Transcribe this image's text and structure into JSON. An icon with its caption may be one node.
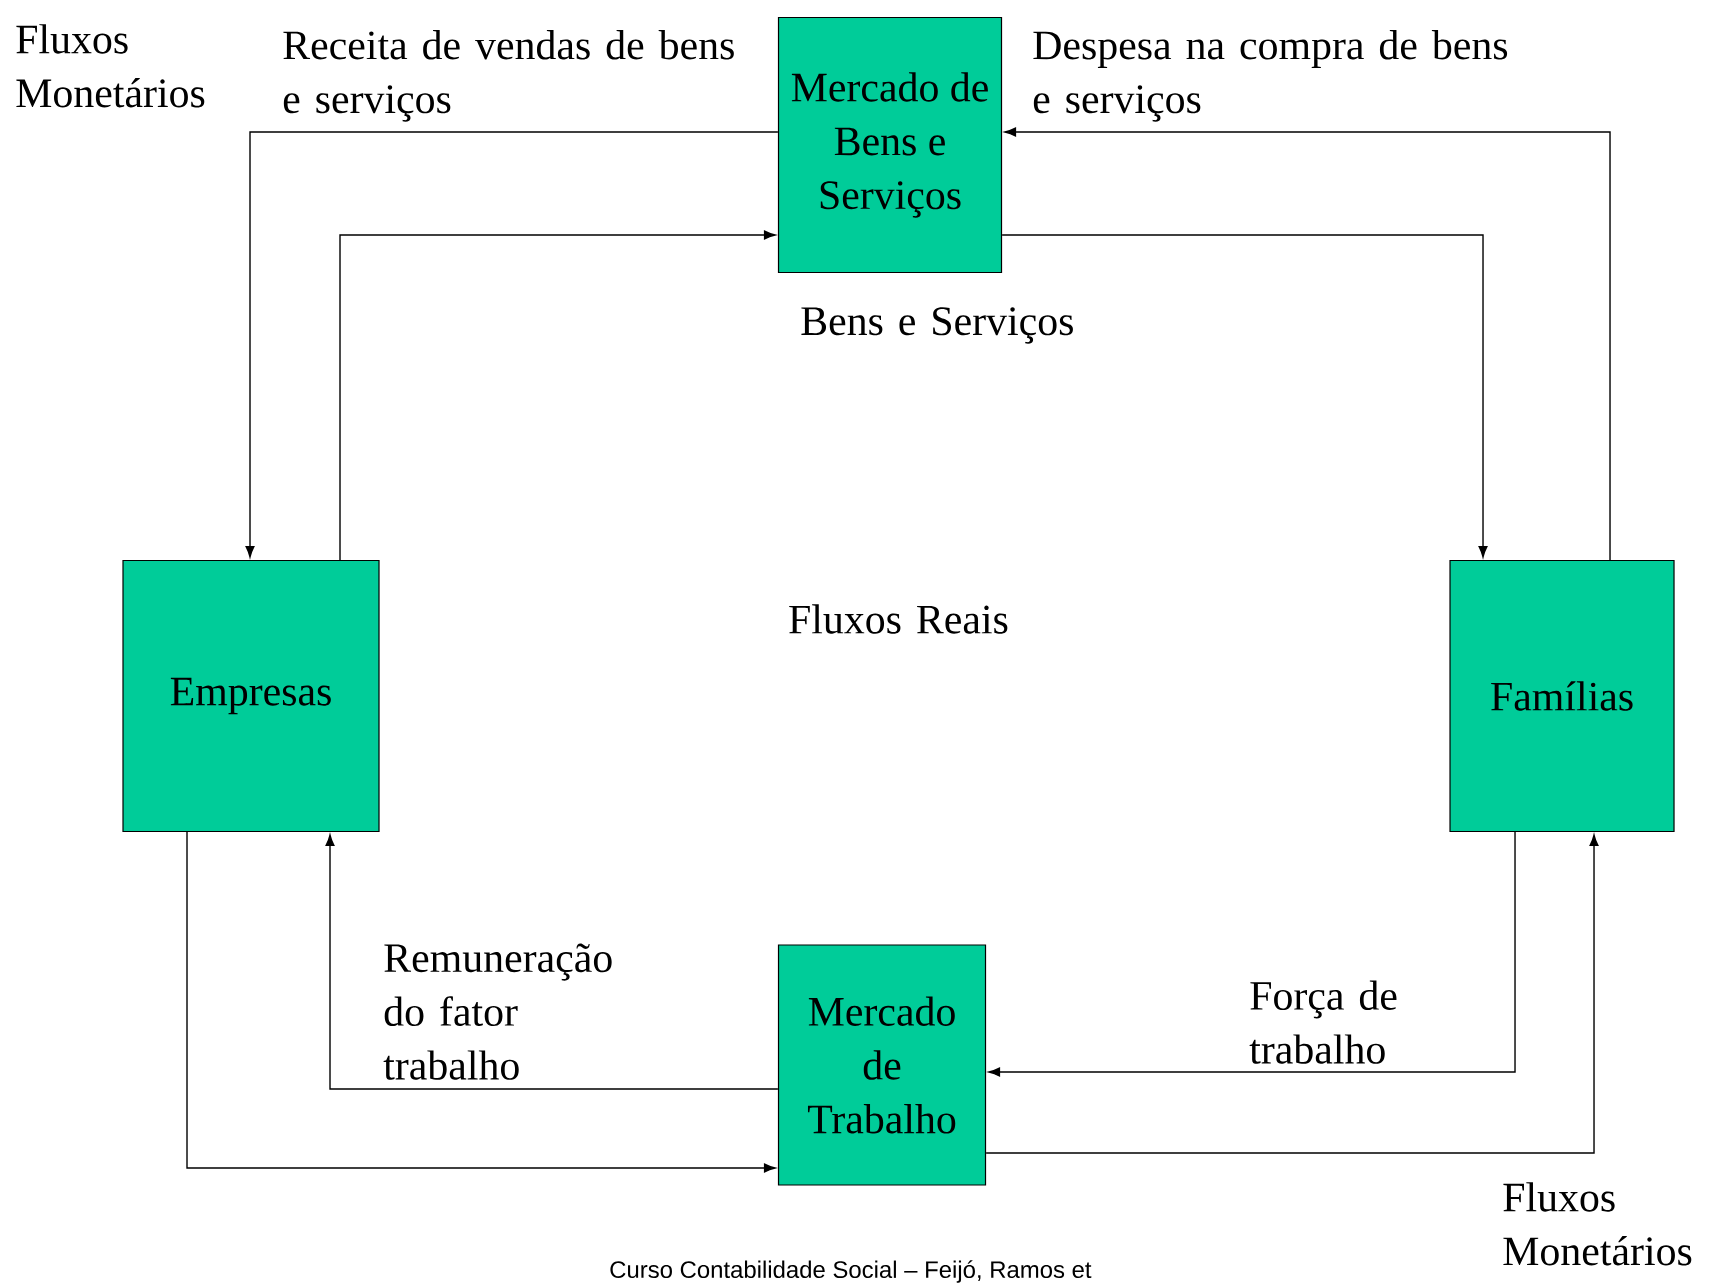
{
  "diagram": {
    "caption": "Curso Contabilidade Social – Feijó, Ramos et",
    "nodes": [
      {
        "text": [
          "Mercado de Bens e Serviços"
        ]
      },
      {
        "text": [
          "Empresas"
        ]
      },
      {
        "text": [
          "Famílias"
        ]
      },
      {
        "text": [
          "Mercado de Trabalho"
        ]
      }
    ],
    "edges": [
      {
        "from": 0,
        "to": 1,
        "arrow": "to",
        "label": "Receita de vendas de bens e serviços"
      },
      {
        "from": 1,
        "to": 0,
        "arrow": "to"
      },
      {
        "from": 0,
        "to": 2,
        "arrow": "to"
      },
      {
        "from": 2,
        "to": 0,
        "arrow": "to",
        "label": "Despesa na compra de bens e serviços"
      },
      {
        "from": 2,
        "to": 3,
        "arrow": "to",
        "label": "Força de trabalho"
      },
      {
        "from": 3,
        "to": 1,
        "arrow": "to",
        "label": "Remuneração do fator trabalho"
      },
      {
        "from": 1,
        "to": 3,
        "arrow": "to"
      },
      {
        "from": 3,
        "to": 2,
        "arrow": "to"
      }
    ],
    "labels": [
      "Fluxos Monetários",
      "Bens e Serviços",
      "Fluxos Reais",
      "Fluxos Monetários"
    ]
  }
}
